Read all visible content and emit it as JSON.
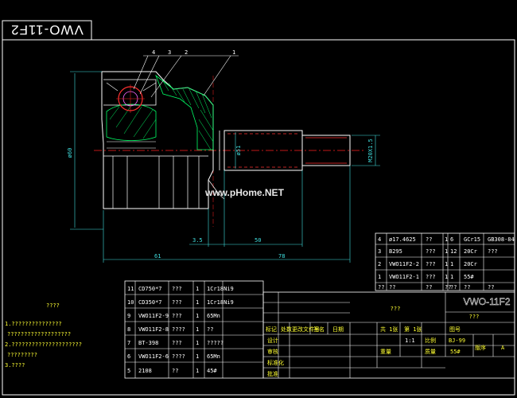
{
  "drawing": {
    "mirrored_title": "VWO-11F2",
    "watermark": "www.pHome.NET",
    "balloons": [
      "4",
      "3",
      "2",
      "1"
    ],
    "dims": {
      "d60": "ø60",
      "d51": "ø51",
      "thread": "M20X1.5",
      "len35": "3.5",
      "len50": "50",
      "len61": "61",
      "len78": "78"
    }
  },
  "notes": {
    "heading": "????",
    "lines": [
      "1.???????????????",
      "???????????????????",
      "2.?????????????????????",
      "?????????",
      "3.????"
    ]
  },
  "parts_right": [
    [
      "4",
      "ø17.4625",
      "??",
      "1",
      "6",
      "GCr15",
      "GB308-84"
    ],
    [
      "3",
      "B295",
      "???",
      "1",
      "12",
      "20Cr",
      "???"
    ],
    [
      "2",
      "VWO11F2-2",
      "???",
      "1",
      "1",
      "20Cr",
      ""
    ],
    [
      "1",
      "VWO11F2-1",
      "???",
      "1",
      "1",
      "55#",
      ""
    ],
    [
      "??",
      "??",
      "??",
      "??",
      "??",
      "??",
      "??"
    ]
  ],
  "parts_left": [
    [
      "11",
      "CD750*7",
      "???",
      "1",
      "1Cr18Ni9"
    ],
    [
      "10",
      "CD350*7",
      "???",
      "1",
      "1Cr18Ni9"
    ],
    [
      "9",
      "VWO11F2-9",
      "???",
      "1",
      "65Mn"
    ],
    [
      "8",
      "VWO11F2-8",
      "????",
      "1",
      "??"
    ],
    [
      "7",
      "BT-398",
      "???",
      "1",
      "?????"
    ],
    [
      "6",
      "VWO11F2-6",
      "????",
      "1",
      "65Mn"
    ],
    [
      "5",
      "2108",
      "??",
      "1",
      "45#"
    ]
  ],
  "title_block": {
    "name": "???",
    "code": "VWO-11F2",
    "code_sub": "???",
    "header_cells": [
      "标记",
      "处数",
      "更改文件号",
      "签名",
      "日期"
    ],
    "sheets": "共 1张",
    "sheet_no": "第 1张",
    "col_label": "图号",
    "scale_label": "比例",
    "scale": "1:1",
    "quality_label": "质量",
    "quality": "BJ-99",
    "material": "55#",
    "version_label": "版序",
    "version": "A",
    "rows_left": [
      "设计",
      "审核",
      "标准化",
      "批准"
    ],
    "rows_mid": [
      "",
      "",
      "重量",
      ""
    ]
  },
  "colors": {
    "frame": "#ffffff",
    "text": "#ffff33",
    "centerline": "#ff2020",
    "hatch": "#00ff66",
    "dim": "#40e0e0"
  }
}
